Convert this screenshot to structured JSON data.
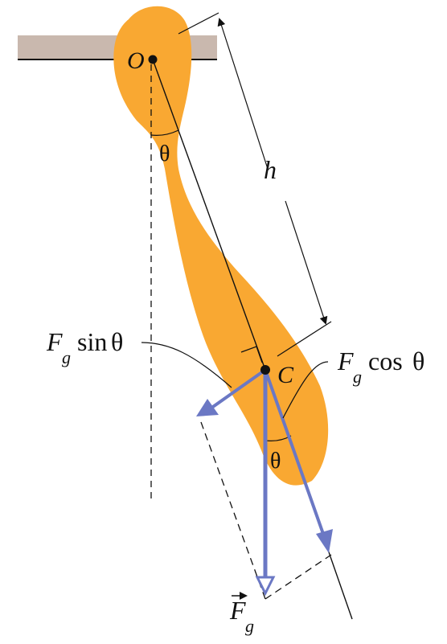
{
  "diagram": {
    "labels": {
      "pivot": "O",
      "center_of_mass": "C",
      "distance": "h",
      "angle_top": "θ",
      "angle_bottom": "θ",
      "force_symbol": "F",
      "force_subscript": "g",
      "sin_component_fn": "sin",
      "cos_component_fn": "cos",
      "theta": "θ"
    },
    "colors": {
      "body": "#f9a832",
      "ceiling": "#c9b8ae",
      "force_arrow": "#6b78c4",
      "line": "#111111"
    }
  }
}
